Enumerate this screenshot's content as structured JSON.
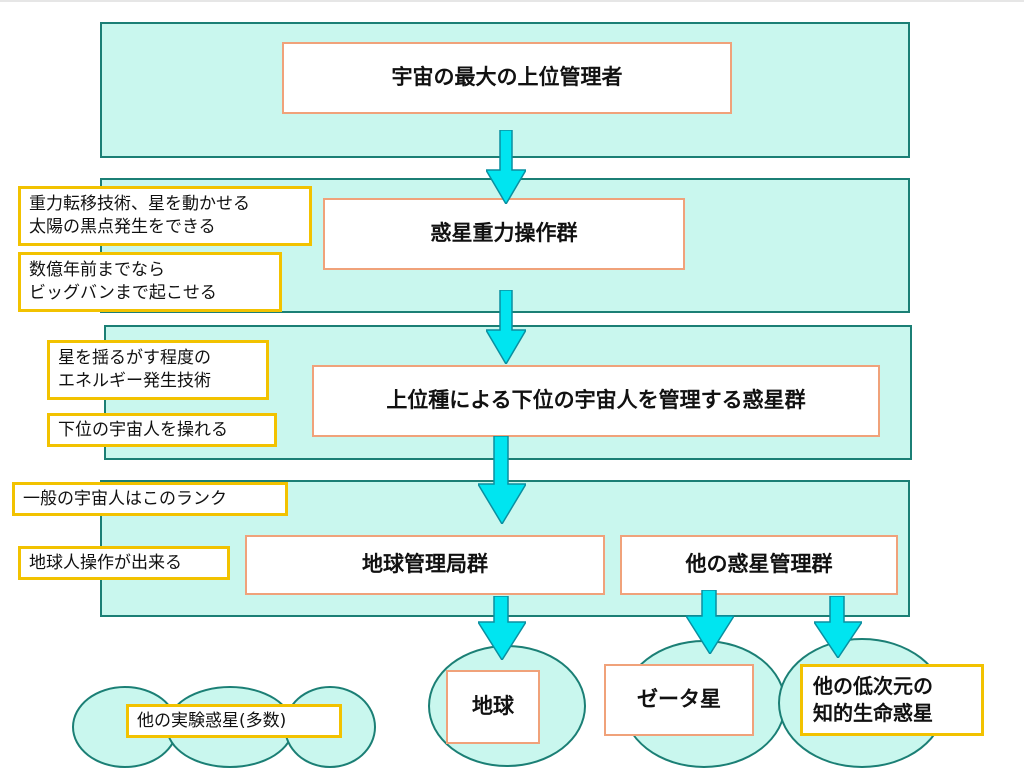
{
  "diagram": {
    "level1_title": "宇宙の最大の上位管理者",
    "level2_title": "惑星重力操作群",
    "level2_note1": [
      "重力転移技術、星を動かせる",
      "太陽の黒点発生をできる"
    ],
    "level2_note2": [
      "数億年前までなら",
      "ビッグバンまで起こせる"
    ],
    "level3_title": "上位種による下位の宇宙人を管理する惑星群",
    "level3_note1": [
      "星を揺るがす程度の",
      "エネルギー発生技術"
    ],
    "level3_note2": "下位の宇宙人を操れる",
    "level4_note1": "一般の宇宙人はこのランク",
    "level4_note2": "地球人操作が出来る",
    "level4_box1": "地球管理局群",
    "level4_box2": "他の惑星管理群",
    "planet_earth": "地球",
    "planet_zeta": "ゼータ星",
    "planet_other": [
      "他の低次元の",
      "知的生命惑星"
    ],
    "planet_experiment": "他の実験惑星(多数)"
  },
  "colors": {
    "band_fill": "#c9f7ee",
    "band_border": "#1b7f75",
    "box_border": "#f0a27a",
    "note_border": "#f2c200",
    "arrow_fill": "#00e5f0",
    "arrow_stroke": "#0a8fa0"
  }
}
